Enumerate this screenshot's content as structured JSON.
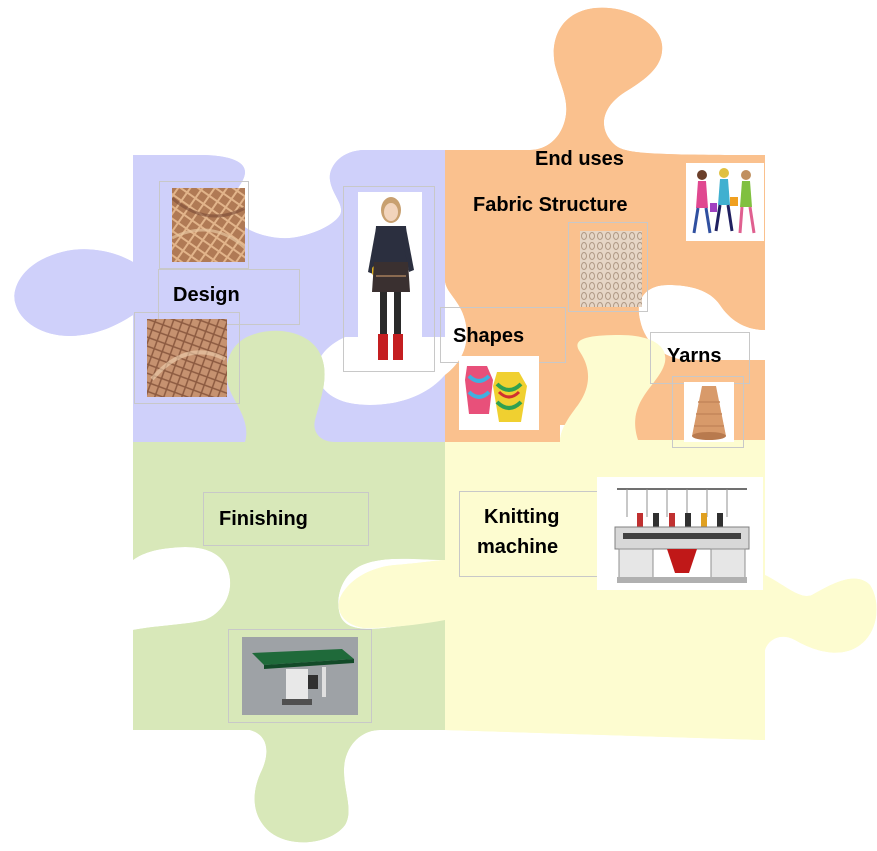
{
  "colors": {
    "design": "#cfd0fa",
    "fabric": "#fac18e",
    "finishing": "#d8e8b9",
    "knitting": "#fdfcd0",
    "outline": "#000000"
  },
  "labels": {
    "design": "Design",
    "end_uses": "End uses",
    "fabric_structure": "Fabric Structure",
    "shapes": "Shapes",
    "yarns": "Yarns",
    "finishing": "Finishing",
    "knitting_line1": "Knitting",
    "knitting_line2": "machine"
  },
  "images": {
    "design_fabric_top": "woven-fabric-photo",
    "design_fabric_bottom": "patterned-fabric-photo",
    "model": "fashion-model-photo",
    "shoppers": "shopping-women-illustration",
    "lace": "knit-lace-fabric-photo",
    "shapes": "knitted-shapes-photo",
    "yarn_cone": "yarn-cone-photo",
    "knitting_machine": "flat-knitting-machine-photo",
    "pressing_table": "finishing-press-table-photo"
  }
}
